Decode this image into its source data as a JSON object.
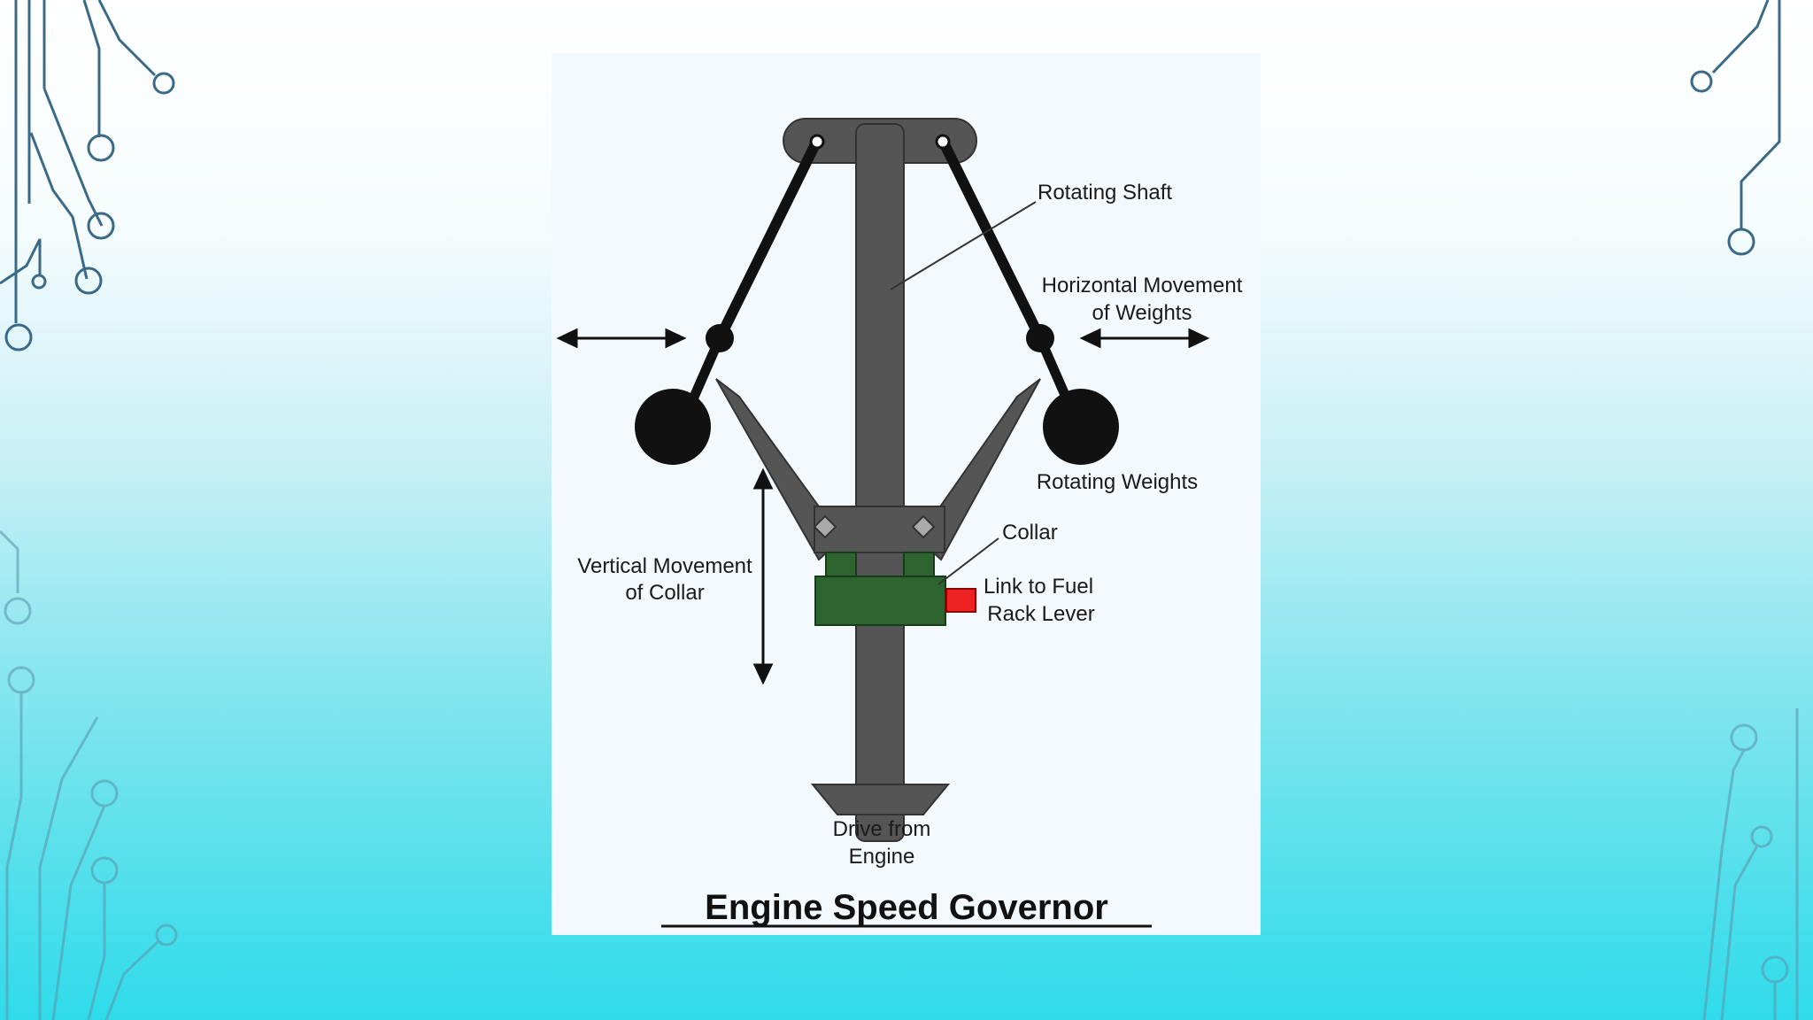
{
  "figure": {
    "title": "Engine Speed Governor",
    "labels": {
      "rotating_shaft": "Rotating Shaft",
      "horizontal_movement_line1": "Horizontal Movement",
      "horizontal_movement_line2": "of Weights",
      "rotating_weights": "Rotating Weights",
      "collar": "Collar",
      "vertical_movement_line1": "Vertical Movement",
      "vertical_movement_line2": "of Collar",
      "link_line1": "Link to Fuel",
      "link_line2": "Rack Lever",
      "drive_line1": "Drive from",
      "drive_line2": "Engine"
    }
  },
  "colors": {
    "shaft": "#555555",
    "weights": "#111111",
    "collar": "#2d6430",
    "link_block": "#ee2222",
    "circuit_lines": "#3a6a88"
  }
}
